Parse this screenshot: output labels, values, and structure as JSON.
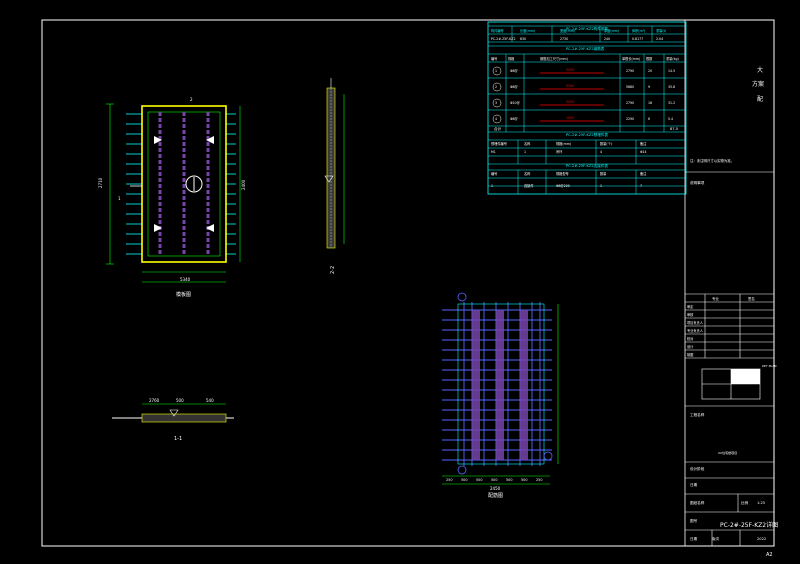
{
  "drawing": {
    "sheet_label": "A2",
    "views": {
      "plan_title": "模板图",
      "section_1_title": "1-1",
      "section_2_title": "2-2",
      "rebar_title": "配筋图"
    },
    "plan_dims": {
      "bottom_total": "5340",
      "side_total": "2710",
      "side_right": "2400"
    },
    "section_1_dims": [
      "2760",
      "500",
      "540"
    ],
    "rebar_dims": {
      "bottom": [
        "250",
        "500",
        "500",
        "500",
        "500",
        "500",
        "250"
      ],
      "bottom_total": "2450"
    },
    "markers": {
      "m1": "1",
      "m2": "2"
    }
  },
  "tables": {
    "t1": {
      "title": "PC-2#-25F-KZ2构件参数",
      "headers": [
        "构件编号",
        "长度(mm)",
        "宽度(mm)",
        "厚度(mm)",
        "体积(m³)",
        "重量(t)"
      ],
      "row": [
        "PC-2#-25F-KZ2",
        "630",
        "2730",
        "240",
        "0.8177",
        "2.04"
      ]
    },
    "t2": {
      "title": "PC-2#-25F-KZ2钢筋表",
      "headers": [
        "编号",
        "规格",
        "钢筋加工尺寸(mm)",
        "单根长(mm)",
        "根数",
        "重量(kg)"
      ],
      "rows": [
        [
          "1",
          "Φ8@",
          "2450",
          "2790",
          "20",
          "14.5"
        ],
        [
          "2",
          "Φ8@",
          "5340",
          "5680",
          "9",
          "35.8"
        ],
        [
          "3",
          "Φ10@",
          "2450",
          "2790",
          "18",
          "31.2"
        ],
        [
          "4",
          "Φ8@",
          "1950",
          "2290",
          "6",
          "5.4"
        ]
      ],
      "total_label": "合计",
      "total_value": "87.5"
    },
    "t3": {
      "title": "PC-2#-25F-KZ2预埋件表",
      "headers": [
        "预埋件编号",
        "名称",
        "规格(mm)",
        "数量(个)",
        "备注"
      ],
      "row": [
        "M1",
        "1",
        "吊环",
        "4",
        "Φ14"
      ]
    },
    "t4": {
      "title": "PC-2#-25F-KZ2连接件表",
      "headers": [
        "编号",
        "名称",
        "规格型号",
        "数量",
        "备注"
      ],
      "row": [
        "1",
        "连接件",
        "Φ8@200",
        "1",
        "7"
      ]
    },
    "left_note": "注：未注明尺寸以实物为准。",
    "left_note2": "说明事项"
  },
  "title_block": {
    "company": [
      "大",
      "方案",
      "配"
    ],
    "rows_top": [
      "专业",
      "签名",
      "审定",
      "审核",
      "项目负责人",
      "专业负责人",
      "校对",
      "设计",
      "制图"
    ],
    "key_plan_label": "KEY PLAN",
    "project_label": "工程名称",
    "project_value": "XX住宅楼项目",
    "stage_label": "设计阶段",
    "drawing_label": "图纸名称",
    "no_label": "图号",
    "date_label": "日期",
    "scale_label": "比例",
    "scale_value": "1:25",
    "drawing_name": "PC-2#-25F-KZ2详图",
    "sheet_no_label": "版次",
    "sheet_no": "2022"
  },
  "colors": {
    "background": "#000000",
    "border": "#ffffff",
    "outline_yellow": "#ffff00",
    "cyan": "#00ffff",
    "green": "#00ff00",
    "magenta": "#ff00ff",
    "blue": "#5566ff",
    "red": "#ff0000",
    "purple": "#9955cc"
  }
}
